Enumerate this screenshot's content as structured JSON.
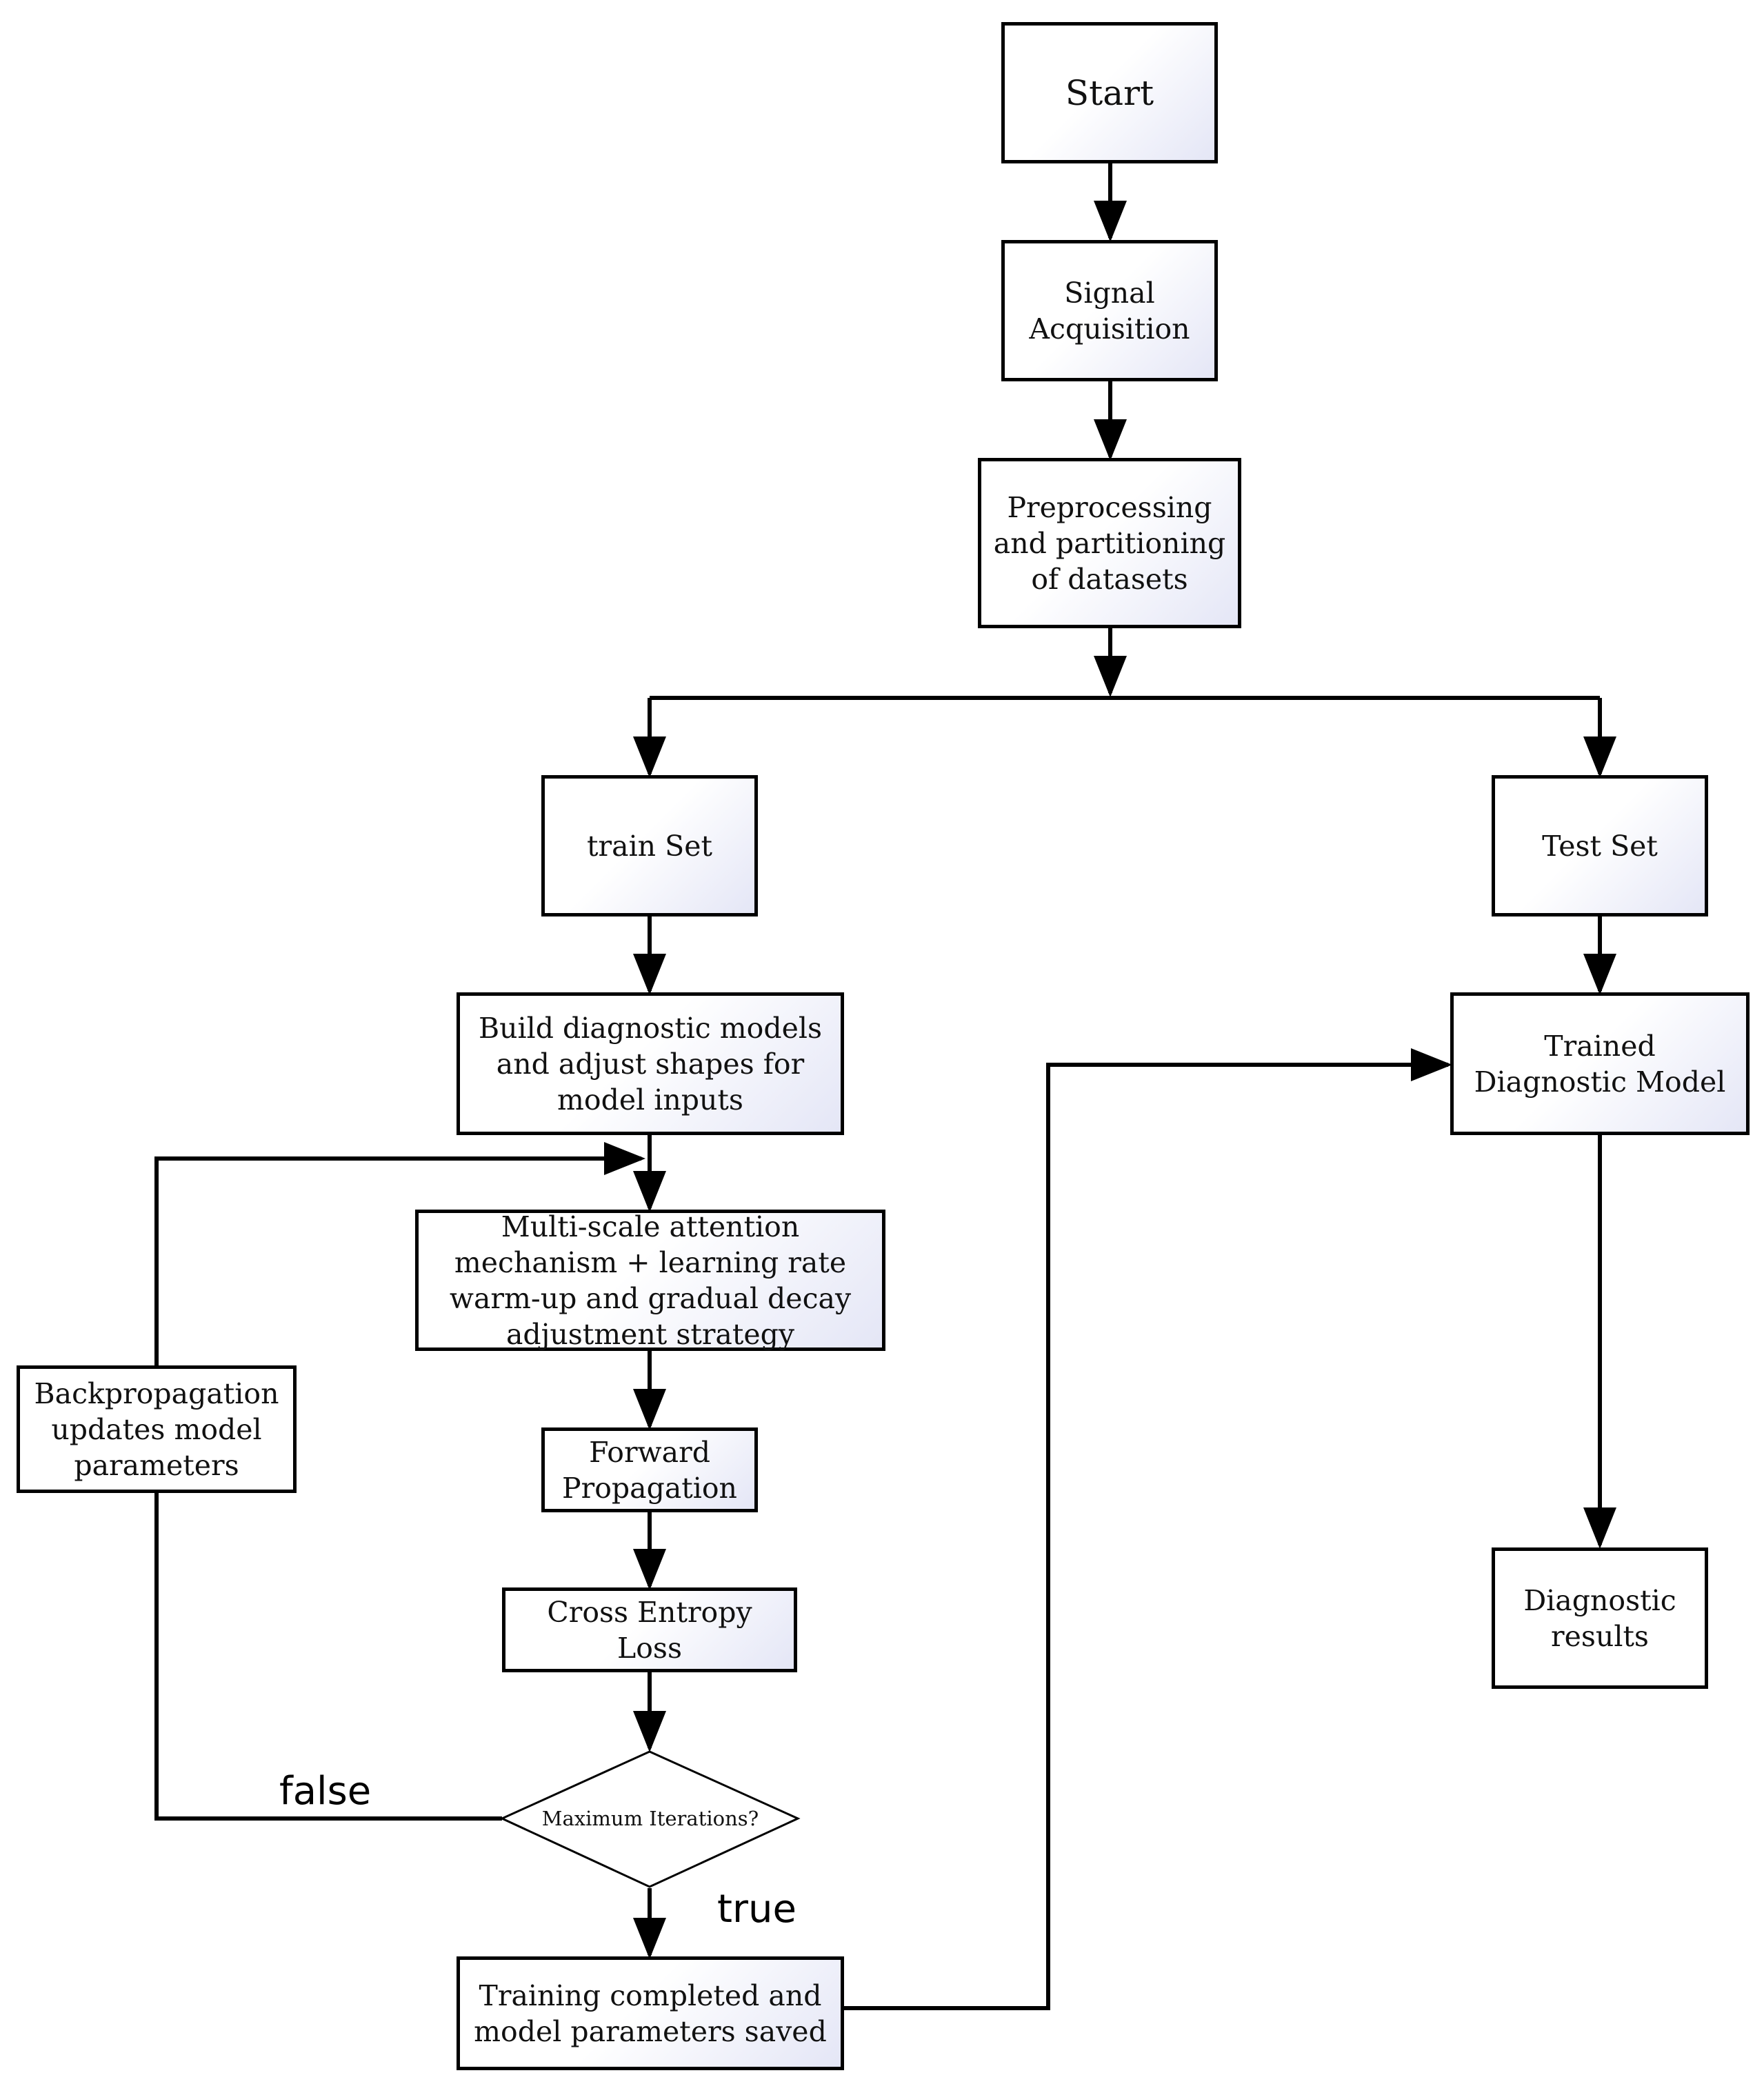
{
  "nodes": {
    "start": "Start",
    "signal_acquisition": "Signal\nAcquisition",
    "preprocessing": "Preprocessing\nand partitioning\nof datasets",
    "train_set": "train Set",
    "test_set": "Test Set",
    "build_models": "Build diagnostic models\nand adjust shapes for\nmodel inputs",
    "attention": "Multi-scale attention\nmechanism + learning rate\nwarm-up and gradual decay\nadjustment strategy",
    "forward": "Forward\nPropagation",
    "loss": "Cross Entropy\nLoss",
    "decision": "Maximum Iterations?",
    "training_done": "Training completed and\nmodel parameters saved",
    "backprop": "Backpropagation\nupdates model\nparameters",
    "trained_model": "Trained\nDiagnostic Model",
    "results": "Diagnostic\nresults"
  },
  "edge_labels": {
    "false": "false",
    "true": "true"
  },
  "colors": {
    "stroke": "#000000",
    "box_gradient_end": "#e4e6f6"
  }
}
